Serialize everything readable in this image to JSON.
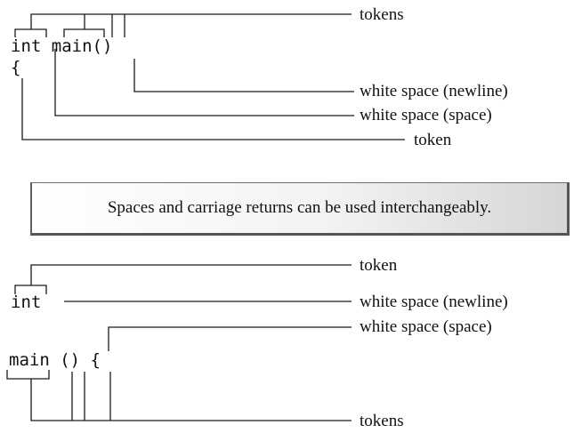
{
  "top_example": {
    "code_line1": "int main()",
    "code_line2": "{",
    "labels": {
      "tokens": "tokens",
      "newline": "white space (newline)",
      "space": "white space (space)",
      "token": "token"
    }
  },
  "note": {
    "text": "Spaces and carriage returns can be used interchangeably."
  },
  "bottom_example": {
    "code_line1": "int",
    "code_line2": "main () {",
    "labels": {
      "token": "token",
      "newline": "white space (newline)",
      "space": "white space (space)",
      "tokens": "tokens"
    }
  }
}
